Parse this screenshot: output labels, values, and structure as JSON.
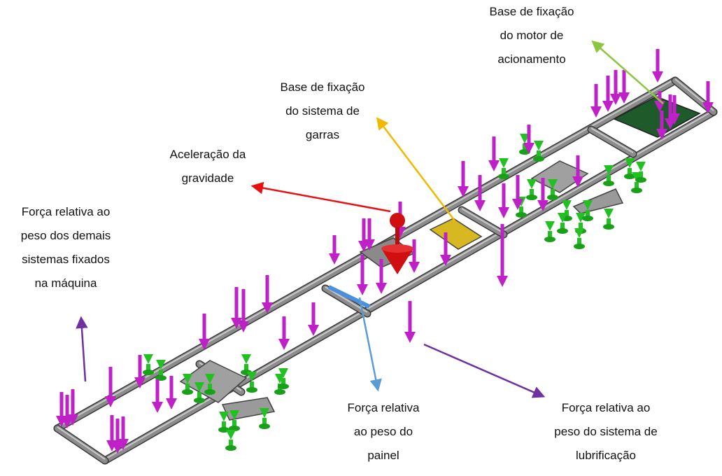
{
  "annotations": {
    "motor_base": [
      "Base de fixação",
      "do motor de",
      "acionamento"
    ],
    "claw_base": [
      "Base de fixação",
      "do sistema de",
      "garras"
    ],
    "gravity": [
      "Aceleração da",
      "gravidade"
    ],
    "other_systems_force": [
      "Força relativa ao",
      "peso dos demais",
      "sistemas fixados",
      "na máquina"
    ],
    "panel_force": [
      "Força relativa",
      "ao peso do",
      "painel"
    ],
    "lubrication_force": [
      "Força relativa ao",
      "peso do sistema de",
      "lubrificação"
    ]
  },
  "colors": {
    "frame": "#8c8c8c",
    "frame_dark": "#3a3a3a",
    "load_arrow": "#c020c8",
    "fixture": "#22c022",
    "gravity": "#d01010",
    "motor_base_plate": "#1f5a2a",
    "claw_base_plate": "#d8b820",
    "panel_plate": "#4a90e0",
    "leader_motor": "#8cc63f",
    "leader_claw": "#f0b800",
    "leader_gravity": "#e81010",
    "leader_force": "#7030a0",
    "leader_panel": "#5b9bd5"
  }
}
